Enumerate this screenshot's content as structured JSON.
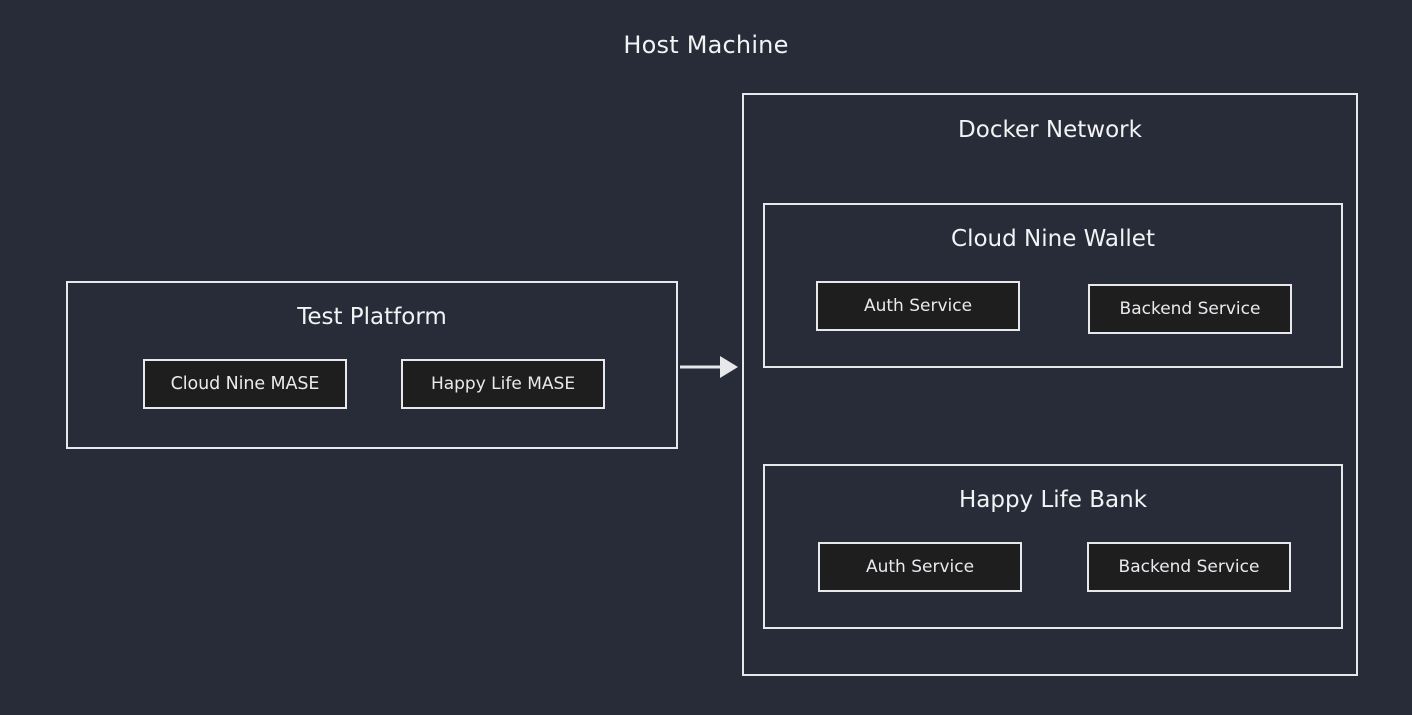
{
  "diagram": {
    "title": "Host Machine",
    "background_color": "#282c38",
    "stroke_color": "#e6e8ec",
    "node_fill_color": "#1e1e1e",
    "text_color": "#f2f3f5"
  },
  "test_platform": {
    "title": "Test Platform",
    "nodes": [
      {
        "label": "Cloud Nine MASE"
      },
      {
        "label": "Happy Life MASE"
      }
    ]
  },
  "connector": {
    "label": "",
    "from": "Test Platform",
    "to": "Docker Network",
    "direction": "right"
  },
  "docker_network": {
    "title": "Docker Network",
    "groups": [
      {
        "title": "Cloud Nine Wallet",
        "nodes": [
          {
            "label": "Auth Service"
          },
          {
            "label": "Backend Service"
          }
        ]
      },
      {
        "title": "Happy Life Bank",
        "nodes": [
          {
            "label": "Auth Service"
          },
          {
            "label": "Backend Service"
          }
        ]
      }
    ]
  }
}
